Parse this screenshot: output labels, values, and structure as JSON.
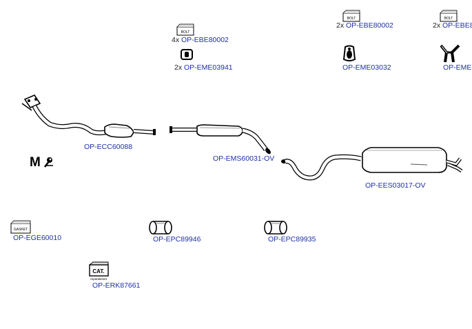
{
  "parts": {
    "bolt_a": {
      "qty": "4x",
      "code": "OP-EBE80002",
      "icon_text": "BOLT"
    },
    "bolt_b": {
      "qty": "2x",
      "code": "OP-EBE80002",
      "icon_text": "BOLT"
    },
    "bolt_c": {
      "qty": "2x",
      "code": "OP-EBE8",
      "icon_text": "BOLT"
    },
    "mount_a": {
      "qty": "2x",
      "code": "OP-EME03941"
    },
    "mount_b": {
      "code": "OP-EME03032"
    },
    "mount_c": {
      "code": "OP-EME("
    },
    "front_pipe": {
      "code": "OP-ECC60088"
    },
    "middle_silencer": {
      "code": "OP-EMS60031-OV"
    },
    "rear_silencer": {
      "code": "OP-EES03017-OV"
    },
    "gasket": {
      "code": "OP-EGE60010",
      "icon_text": "GASKET"
    },
    "clamp_a": {
      "code": "OP-EPC89946"
    },
    "clamp_b": {
      "code": "OP-EPC89935"
    },
    "repair_kit": {
      "code": "OP-ERK87661",
      "icon_text": "CAT.",
      "icon_subtext": "reparatieset"
    }
  },
  "icons": [
    "bolt-box-icon",
    "rubber-mount-icon",
    "fitting-kit-icon",
    "gasket-icon",
    "clamp-icon",
    "cat-repair-kit-icon"
  ],
  "colors": {
    "label": "#1e2fa8",
    "qty": "#222222",
    "line": "#000000"
  }
}
